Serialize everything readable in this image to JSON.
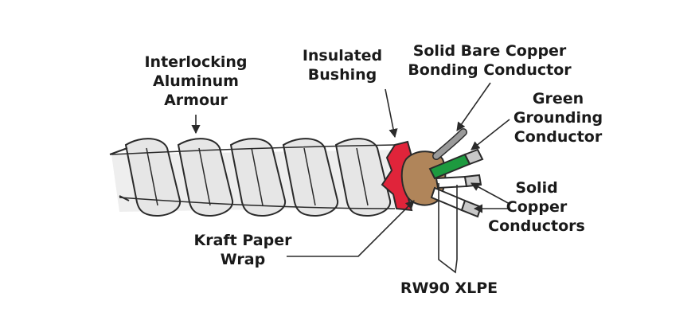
{
  "labels": {
    "armour": [
      "Interlocking",
      "Aluminum",
      "Armour"
    ],
    "bushing": [
      "Insulated",
      "Bushing"
    ],
    "bonding": [
      "Solid Bare Copper",
      "Bonding Conductor"
    ],
    "grounding": [
      "Green",
      "Grounding",
      "Conductor"
    ],
    "solid_copper": [
      "Solid",
      "Copper",
      "Conductors"
    ],
    "kraft": [
      "Kraft Paper",
      "Wrap"
    ],
    "insulation": "RW90 XLPE"
  },
  "colors": {
    "armour_fill": "#e6e6e6",
    "bushing": "#e0243a",
    "kraft_paper": "#b0855a",
    "green_conductor": "#1d9a3f",
    "bare_copper": "#9a9a9a",
    "outline": "#2a2a2a"
  }
}
